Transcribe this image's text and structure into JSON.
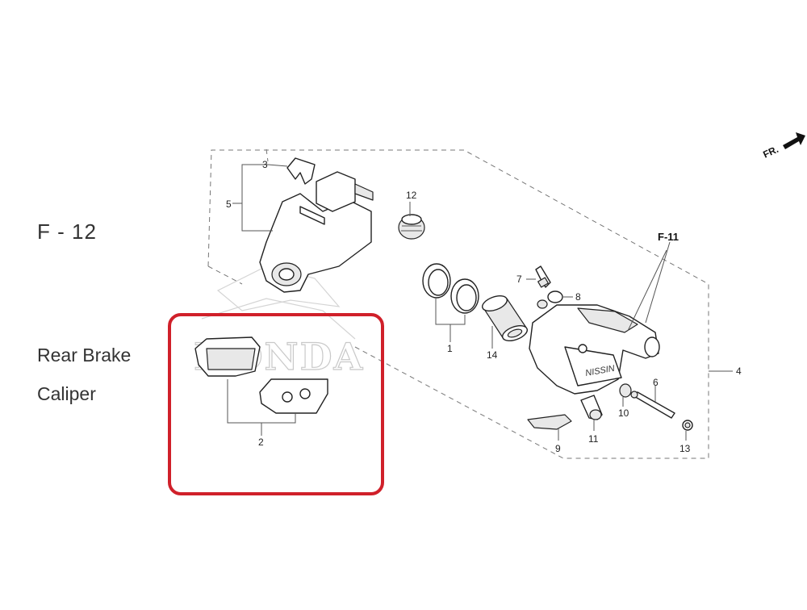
{
  "diagram": {
    "title": "F - 12",
    "caption_lines": [
      "Rear Brake",
      "Caliper"
    ],
    "watermark": "HONDA",
    "front_indicator": "FR.",
    "reference": "F-11",
    "callouts": [
      "1",
      "2",
      "3",
      "4",
      "5",
      "6",
      "7",
      "8",
      "9",
      "10",
      "11",
      "12",
      "13",
      "14"
    ],
    "highlight_color": "#d0202a"
  }
}
